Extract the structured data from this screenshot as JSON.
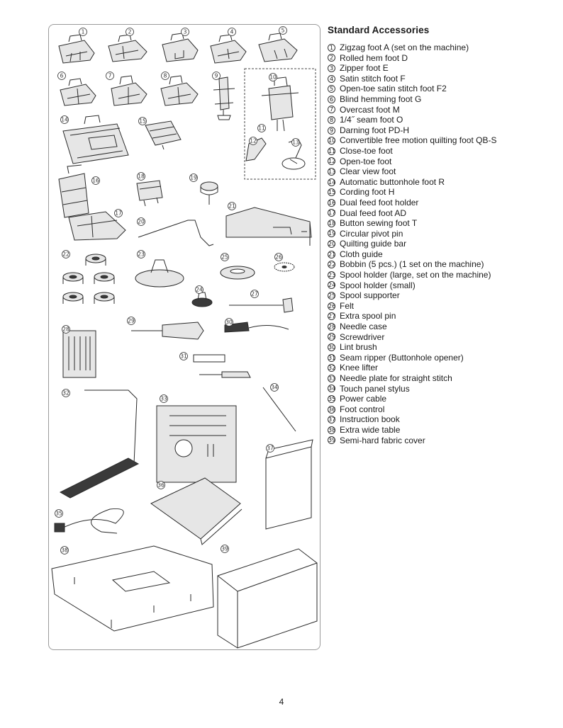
{
  "section_title": "Standard Accessories",
  "accessories": [
    {
      "num": "1",
      "label": "Zigzag foot A (set on the machine)"
    },
    {
      "num": "2",
      "label": "Rolled hem foot D"
    },
    {
      "num": "3",
      "label": "Zipper foot E"
    },
    {
      "num": "4",
      "label": "Satin stitch foot F"
    },
    {
      "num": "5",
      "label": "Open-toe satin stitch foot F2"
    },
    {
      "num": "6",
      "label": "Blind hemming foot G"
    },
    {
      "num": "7",
      "label": "Overcast foot M"
    },
    {
      "num": "8",
      "label": "1/4˝ seam foot O"
    },
    {
      "num": "9",
      "label": "Darning foot PD-H"
    },
    {
      "num": "10",
      "label": "Convertible free motion quilting foot QB-S"
    },
    {
      "num": "11",
      "label": "Close-toe foot"
    },
    {
      "num": "12",
      "label": "Open-toe foot"
    },
    {
      "num": "13",
      "label": "Clear view foot"
    },
    {
      "num": "14",
      "label": "Automatic buttonhole foot R"
    },
    {
      "num": "15",
      "label": "Cording foot H"
    },
    {
      "num": "16",
      "label": "Dual feed foot holder"
    },
    {
      "num": "17",
      "label": "Dual feed foot AD"
    },
    {
      "num": "18",
      "label": "Button sewing foot T"
    },
    {
      "num": "19",
      "label": "Circular pivot pin"
    },
    {
      "num": "20",
      "label": "Quilting guide bar"
    },
    {
      "num": "21",
      "label": "Cloth guide"
    },
    {
      "num": "22",
      "label": "Bobbin (5 pcs.) (1 set on the machine)"
    },
    {
      "num": "23",
      "label": "Spool holder (large, set on the machine)"
    },
    {
      "num": "24",
      "label": "Spool holder (small)"
    },
    {
      "num": "25",
      "label": "Spool supporter"
    },
    {
      "num": "26",
      "label": "Felt"
    },
    {
      "num": "27",
      "label": "Extra spool pin"
    },
    {
      "num": "28",
      "label": "Needle case"
    },
    {
      "num": "29",
      "label": "Screwdriver"
    },
    {
      "num": "30",
      "label": "Lint brush"
    },
    {
      "num": "31",
      "label": "Seam ripper (Buttonhole opener)"
    },
    {
      "num": "32",
      "label": "Knee lifter"
    },
    {
      "num": "33",
      "label": "Needle plate for straight stitch"
    },
    {
      "num": "34",
      "label": "Touch panel stylus"
    },
    {
      "num": "35",
      "label": "Power cable"
    },
    {
      "num": "36",
      "label": "Foot control"
    },
    {
      "num": "37",
      "label": "Instruction book"
    },
    {
      "num": "38",
      "label": "Extra wide table"
    },
    {
      "num": "39",
      "label": "Semi-hard fabric cover"
    }
  ],
  "page_number": "4"
}
